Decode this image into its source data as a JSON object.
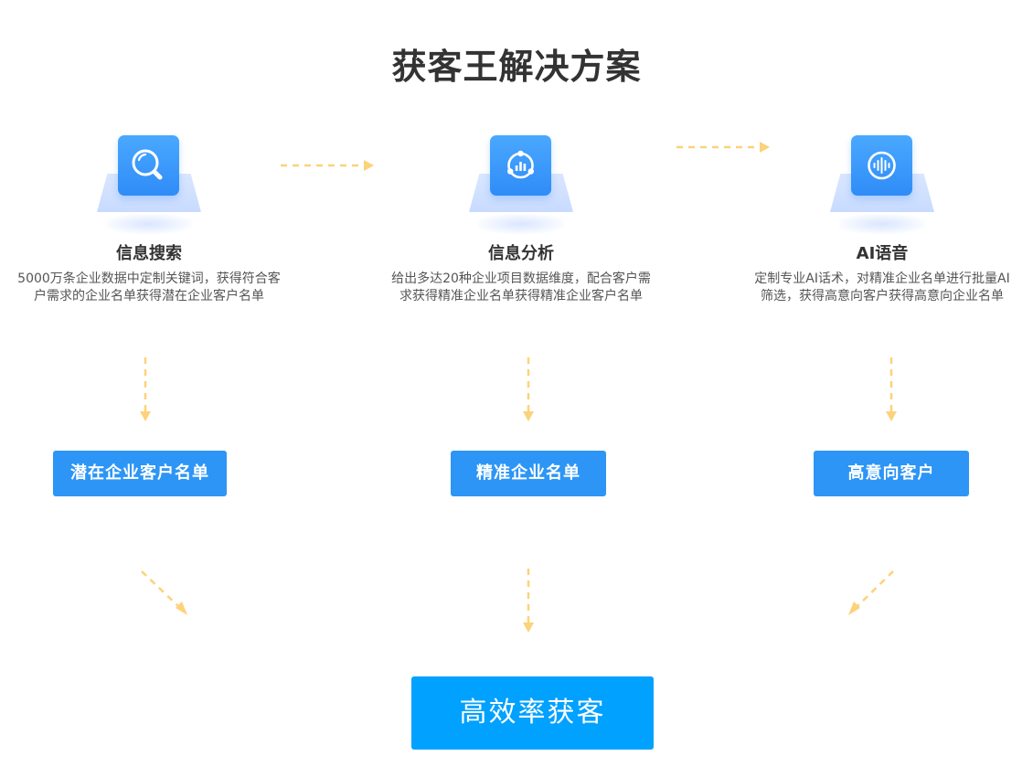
{
  "page_title": "获客王解决方案",
  "features": [
    {
      "title": "信息搜索",
      "description": "5000万条企业数据中定制关键词，获得符合客户需求的企业名单获得潜在企业客户名单",
      "icon": "search-icon"
    },
    {
      "title": "信息分析",
      "description": "给出多达20种企业项目数据维度，配合客户需求获得精准企业名单获得精准企业客户名单",
      "icon": "analysis-chart-icon"
    },
    {
      "title": "AI语音",
      "description": "定制专业AI话术，对精准企业名单进行批量AI筛选，获得高意向客户获得高意向企业名单",
      "icon": "voice-wave-icon"
    }
  ],
  "results": [
    {
      "label": "潜在企业客户名单"
    },
    {
      "label": "精准企业名单"
    },
    {
      "label": "高意向客户"
    }
  ],
  "final_result": {
    "label": "高效率获客"
  },
  "colors": {
    "title_text": "#333333",
    "icon_blue": "#2f8cf7",
    "result_blue": "#2d95f5",
    "final_blue": "#00a1ff",
    "arrow_yellow": "#fcd27a"
  }
}
